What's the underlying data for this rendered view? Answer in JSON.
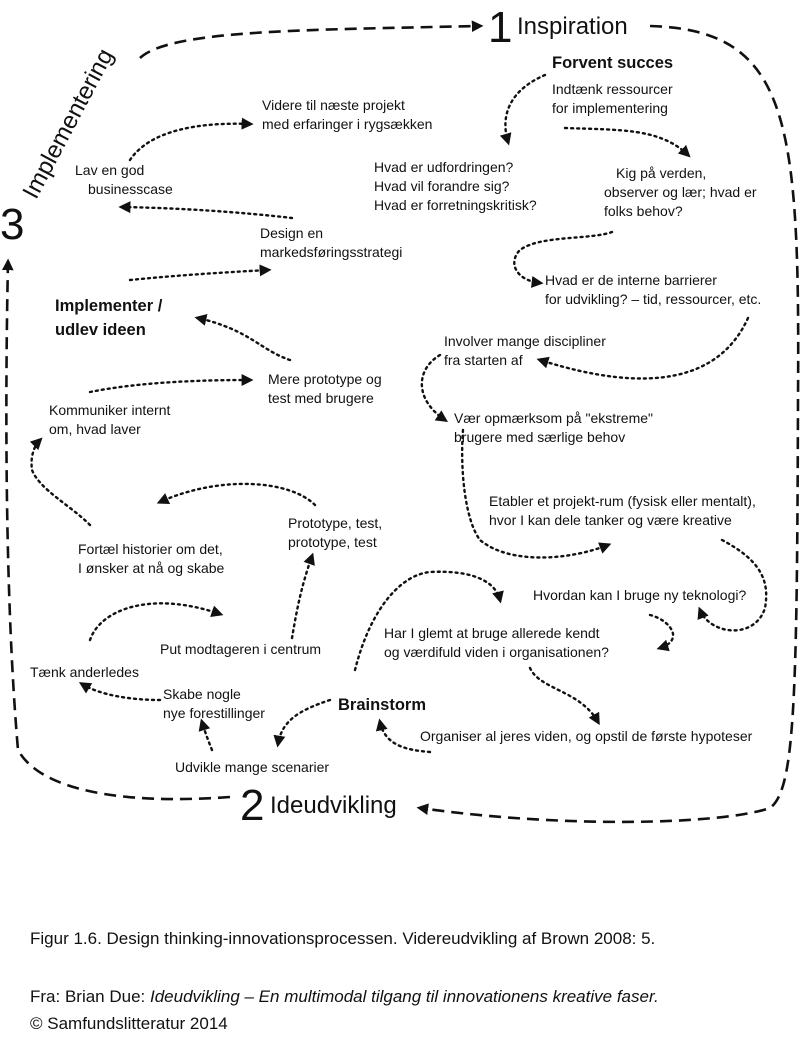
{
  "phases": {
    "inspiration": {
      "number": "1",
      "title": "Inspiration"
    },
    "ideudvikling": {
      "number": "2",
      "title": "Ideudvikling"
    },
    "implementering": {
      "number": "3",
      "title": "Implementering"
    }
  },
  "headings": {
    "forvent": "Forvent succes",
    "implementer_1": "Implementer /",
    "implementer_2": "udlev ideen",
    "brainstorm": "Brainstorm"
  },
  "labels": {
    "indtaenk_1": "Indtænk ressourcer",
    "indtaenk_2": "for implementering",
    "videre_1": "Videre til næste projekt",
    "videre_2": "med erfaringer i rygsækken",
    "lav_1": "Lav en god",
    "lav_2": "businesscase",
    "hvad_1": "Hvad er udfordringen?",
    "hvad_2": "Hvad vil forandre sig?",
    "hvad_3": "Hvad er forretningskritisk?",
    "kig_1": "Kig på verden,",
    "kig_2": "observer og lær; hvad er",
    "kig_3": "folks behov?",
    "design_1": "Design en",
    "design_2": "markedsføringsstrategi",
    "barrierer_1": "Hvad er de interne barrierer",
    "barrierer_2": "for udvikling? – tid, ressourcer, etc.",
    "involver_1": "Involver mange discipliner",
    "involver_2": "fra starten af",
    "mere_1": "Mere prototype og",
    "mere_2": "test med brugere",
    "kommuniker_1": "Kommuniker internt",
    "kommuniker_2": "om, hvad laver",
    "vaer_1": "Vær opmærksom på \"ekstreme\"",
    "vaer_2": "brugere med særlige behov",
    "etabler_1": "Etabler et projekt-rum (fysisk eller mentalt),",
    "etabler_2": "hvor I kan dele tanker og være kreative",
    "proto_1": "Prototype, test,",
    "proto_2": "prototype, test",
    "fortael_1": "Fortæl historier om det,",
    "fortael_2": "I ønsker at nå og skabe",
    "teknologi": "Hvordan kan I bruge ny teknologi?",
    "glemt_1": "Har I glemt at bruge allerede kendt",
    "glemt_2": "og værdifuld viden i organisationen?",
    "put": "Put modtageren i centrum",
    "taenk": "Tænk anderledes",
    "skabe_1": "Skabe nogle",
    "skabe_2": "nye forestillinger",
    "organiser": "Organiser al jeres viden, og opstil de første hypoteser",
    "udvikle": "Udvikle mange scenarier"
  },
  "caption": {
    "figure": "Figur 1.6. Design thinking-innovationsprocessen. Videreudvikling af Brown 2008: 5.",
    "source_prefix": "Fra: Brian Due: ",
    "source_title": "Ideudvikling – En multimodal tilgang til innovationens kreative faser.",
    "copyright": "© Samfundslitteratur 2014"
  }
}
